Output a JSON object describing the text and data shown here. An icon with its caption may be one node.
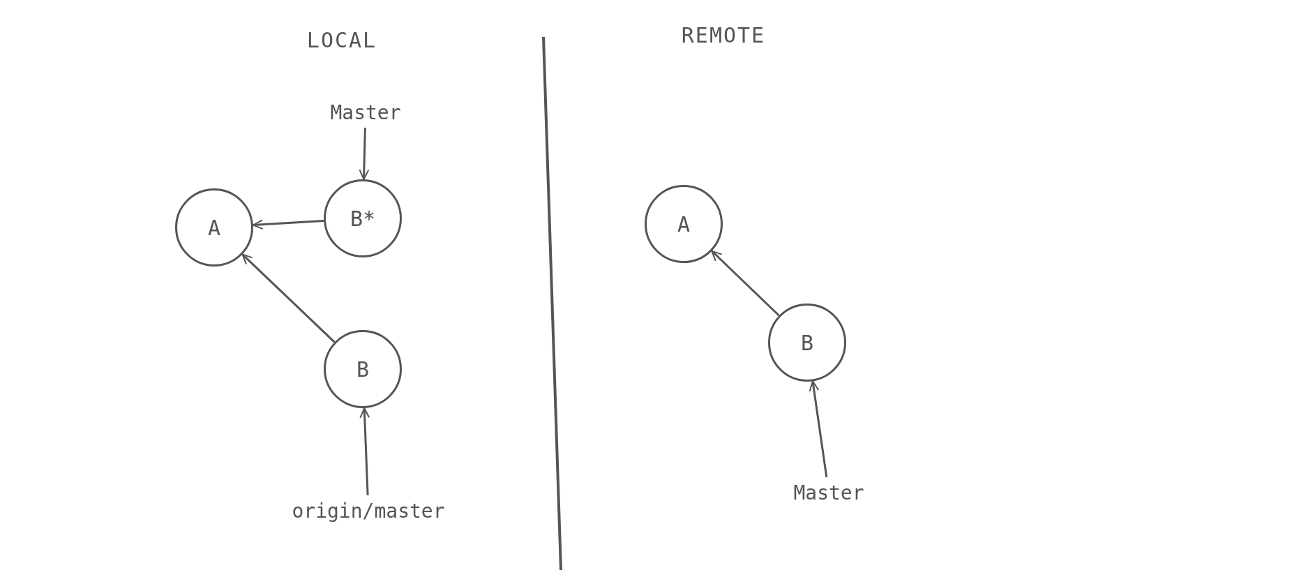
{
  "diagram": {
    "nodes": [
      {
        "text": [
          "Master"
        ]
      },
      {
        "text": [
          "A"
        ]
      },
      {
        "text": [
          "B*"
        ]
      },
      {
        "text": [
          "B"
        ]
      },
      {
        "text": [
          "origin/master"
        ]
      },
      {
        "text": [
          "A"
        ]
      },
      {
        "text": [
          "B"
        ]
      },
      {
        "text": [
          "Master"
        ]
      }
    ],
    "edges": [
      {
        "from": 0,
        "to": 2,
        "arrow": "to"
      },
      {
        "from": 2,
        "to": 1,
        "arrow": "to"
      },
      {
        "from": 3,
        "to": 1,
        "arrow": "to"
      },
      {
        "from": 4,
        "to": 3,
        "arrow": "to"
      },
      {
        "from": 6,
        "to": 5,
        "arrow": "to"
      },
      {
        "from": 7,
        "to": 6,
        "arrow": "to"
      }
    ],
    "labels": [
      "LOCAL",
      "REMOTE"
    ]
  }
}
